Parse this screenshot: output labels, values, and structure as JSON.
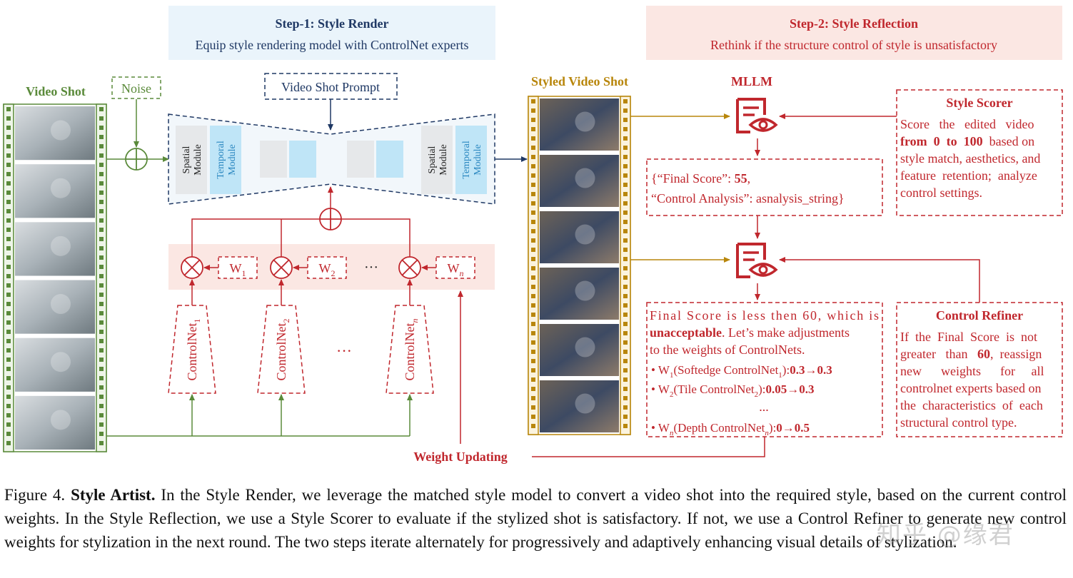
{
  "step1": {
    "title": "Step-1: Style Render",
    "subtitle": "Equip style rendering model with ControlNet experts"
  },
  "step2": {
    "title": "Step-2:  Style Reflection",
    "subtitle": "Rethink if the structure control of style is unsatisfactory"
  },
  "labels": {
    "video_shot": "Video Shot",
    "noise": "Noise",
    "prompt": "Video Shot Prompt",
    "styled_video_shot": "Styled Video Shot",
    "mllm": "MLLM",
    "spatial": "Spatial Module",
    "temporal": "Temporal Module",
    "weight_updating": "Weight Updating",
    "dots": "···"
  },
  "weights": [
    {
      "base": "W",
      "sub": "1"
    },
    {
      "base": "W",
      "sub": "2"
    },
    {
      "base": "W",
      "sub": "n"
    }
  ],
  "controlnets": [
    {
      "base": "ControlNet",
      "sub": "1"
    },
    {
      "base": "ControlNet",
      "sub": "2"
    },
    {
      "base": "ControlNet",
      "sub": "n"
    }
  ],
  "score_output": {
    "line1_prefix": "{“Final Score”: ",
    "line1_value": "55",
    "line1_suffix": ",",
    "line2": "“Control Analysis”: asnalysis_string}"
  },
  "style_scorer": {
    "title": "Style Scorer",
    "lines": [
      "Score   the   edited   video",
      "from  0  to  100  based on",
      "style match, aesthetics, and",
      "feature  retention;  analyze",
      "control settings."
    ]
  },
  "control_refiner": {
    "title": "Control Refiner",
    "lines": [
      "If  the  Final  Score  is  not",
      "greater   than   60,  reassign",
      "new      weights      for     all",
      "controlnet experts based on",
      "the  characteristics  of  each",
      "structural control type."
    ]
  },
  "refine_output": {
    "line1": "Final Score is less then 60, which is",
    "line2_bold": "unacceptable",
    "line2_rest": ". Let’s make adjustments",
    "line3": "to the weights of ControlNets.",
    "items": [
      {
        "w": "W",
        "wsub": "1",
        "text": "(Softedge ControlNet",
        "csub": "1",
        "close": "):",
        "val": "0.3→0.3"
      },
      {
        "w": "W",
        "wsub": "2",
        "text": "(Tile ControlNet",
        "csub": "2",
        "close": "):",
        "val": "0.05→0.3"
      },
      {
        "w": "W",
        "wsub": "n",
        "text": "(Depth ControlNet",
        "csub": "n",
        "close": "):",
        "val": "0→0.5"
      }
    ],
    "ellipsis": "..."
  },
  "caption": {
    "prefix": "Figure 4. ",
    "bold": "Style Artist.",
    "text": " In the Style Render, we leverage the matched style model to convert a video shot into the required style, based on the current control weights. In the Style Reflection, we use a Style Scorer to evaluate if the stylized shot is satisfactory. If not, we use a Control Refiner to generate new control weights for stylization in the next round. The two steps iterate alternately for progressively and adaptively enhancing visual details of stylization."
  },
  "watermark": "知乎 @缘君",
  "colors": {
    "green": "#5a8a3a",
    "red": "#c0272d",
    "navy": "#1f3864",
    "gold": "#b8860b",
    "blue": "#5aa9d6"
  }
}
